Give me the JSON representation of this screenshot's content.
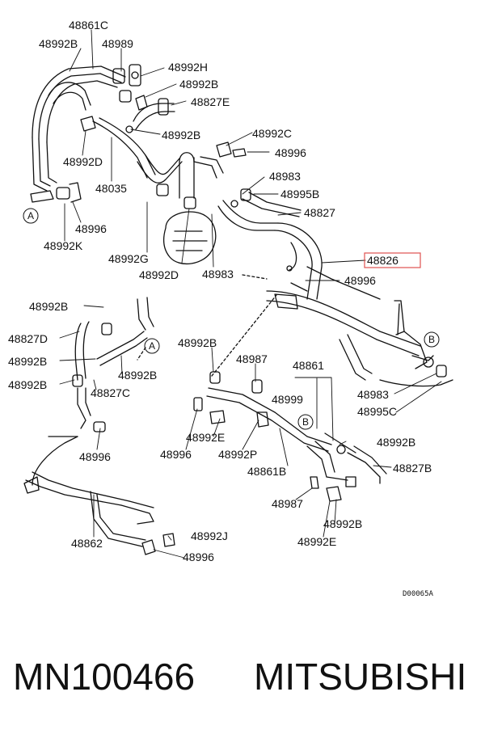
{
  "labels": {
    "l_48861C": "48861C",
    "l_48992B_a": "48992B",
    "l_48989": "48989",
    "l_48992H": "48992H",
    "l_48992B_b": "48992B",
    "l_48827E": "48827E",
    "l_48992B_c": "48992B",
    "l_48992C": "48992C",
    "l_48996_a": "48996",
    "l_48992D": "48992D",
    "l_48035": "48035",
    "l_48983_a": "48983",
    "l_48995B": "48995B",
    "l_48827": "48827",
    "l_48996_b": "48996",
    "l_48992K": "48992K",
    "l_48992G": "48992G",
    "l_48992D_b": "48992D",
    "l_48983_b": "48983",
    "l_48826": "48826",
    "l_48996_c": "48996",
    "l_48992B_d": "48992B",
    "l_48827D": "48827D",
    "l_48992B_e": "48992B",
    "l_48992B_f": "48992B",
    "l_48992B_g": "48992B",
    "l_48827C": "48827C",
    "l_48996_d": "48996",
    "l_48992B_h": "48992B",
    "l_48987_a": "48987",
    "l_48861": "48861",
    "l_48983_c": "48983",
    "l_48995C": "48995C",
    "l_48999": "48999",
    "l_48992E_a": "48992E",
    "l_48996_e": "48996",
    "l_48992P": "48992P",
    "l_48992B_i": "48992B",
    "l_48861B": "48861B",
    "l_48827B": "48827B",
    "l_48987_b": "48987",
    "l_48992B_j": "48992B",
    "l_48992E_b": "48992E",
    "l_48862": "48862",
    "l_48992J": "48992J",
    "l_48996_f": "48996"
  },
  "callouts": {
    "a1": "A",
    "a2": "A",
    "b1": "B",
    "b2": "B"
  },
  "diagram_code": "D00065A",
  "footer": {
    "part_number": "MN100466",
    "brand": "MITSUBISHI"
  },
  "highlight_color": "#e0524f"
}
